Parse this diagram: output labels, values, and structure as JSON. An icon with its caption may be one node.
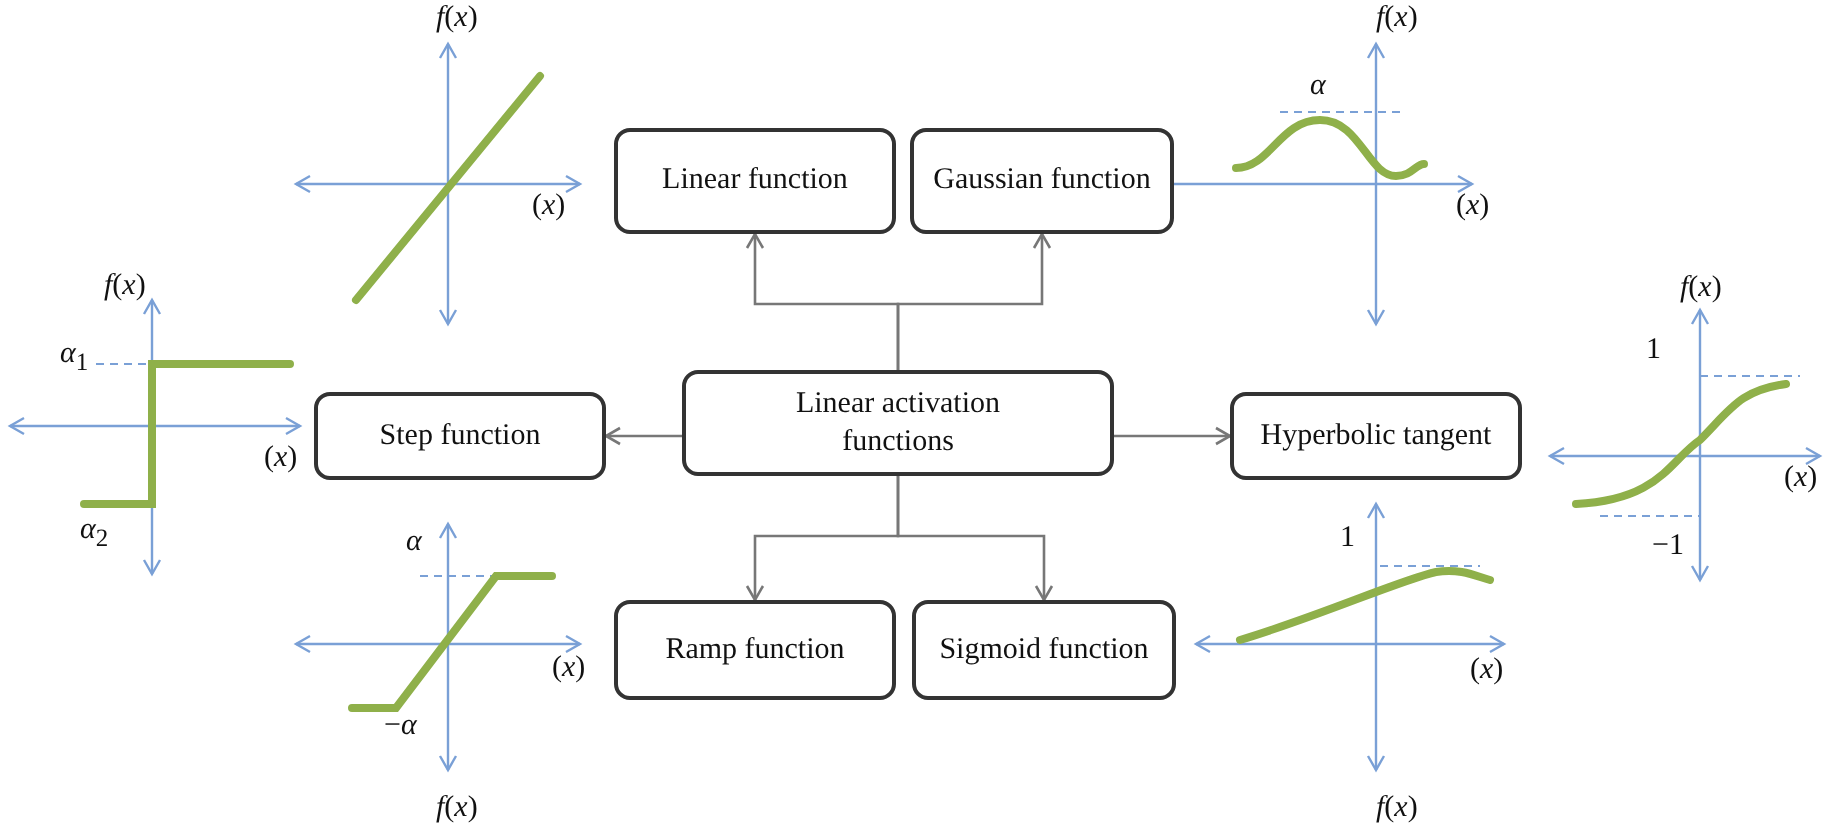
{
  "diagram": {
    "nodes": [
      {
        "text": [
          "Linear function"
        ]
      },
      {
        "text": [
          "Gaussian function"
        ]
      },
      {
        "text": [
          "Step function"
        ]
      },
      {
        "text": [
          "Linear activation functions"
        ]
      },
      {
        "text": [
          "Hyperbolic tangent"
        ]
      },
      {
        "text": [
          "Ramp function"
        ]
      },
      {
        "text": [
          "Sigmoid function"
        ]
      }
    ],
    "edges": [
      {
        "from": 3,
        "to": 0,
        "arrow": "to"
      },
      {
        "from": 3,
        "to": 1,
        "arrow": "to"
      },
      {
        "from": 3,
        "to": 2,
        "arrow": "to"
      },
      {
        "from": 3,
        "to": 4,
        "arrow": "to"
      },
      {
        "from": 3,
        "to": 5,
        "arrow": "to"
      },
      {
        "from": 3,
        "to": 6,
        "arrow": "to"
      }
    ],
    "labels": [
      "*f*(*x*)",
      "(*x*)",
      "*f*(*x*)",
      "*α*",
      "(*x*)",
      "*f*(*x*)",
      "*α*$_{1}$",
      "(*x*)",
      "*α*$_{2}$",
      "*f*(*x*)",
      "1",
      "(*x*)",
      "−1",
      "*α*",
      "(*x*)",
      "−*α*",
      "*f*(*x*)",
      "1",
      "(*x*)",
      "*f*(*x*)"
    ]
  }
}
